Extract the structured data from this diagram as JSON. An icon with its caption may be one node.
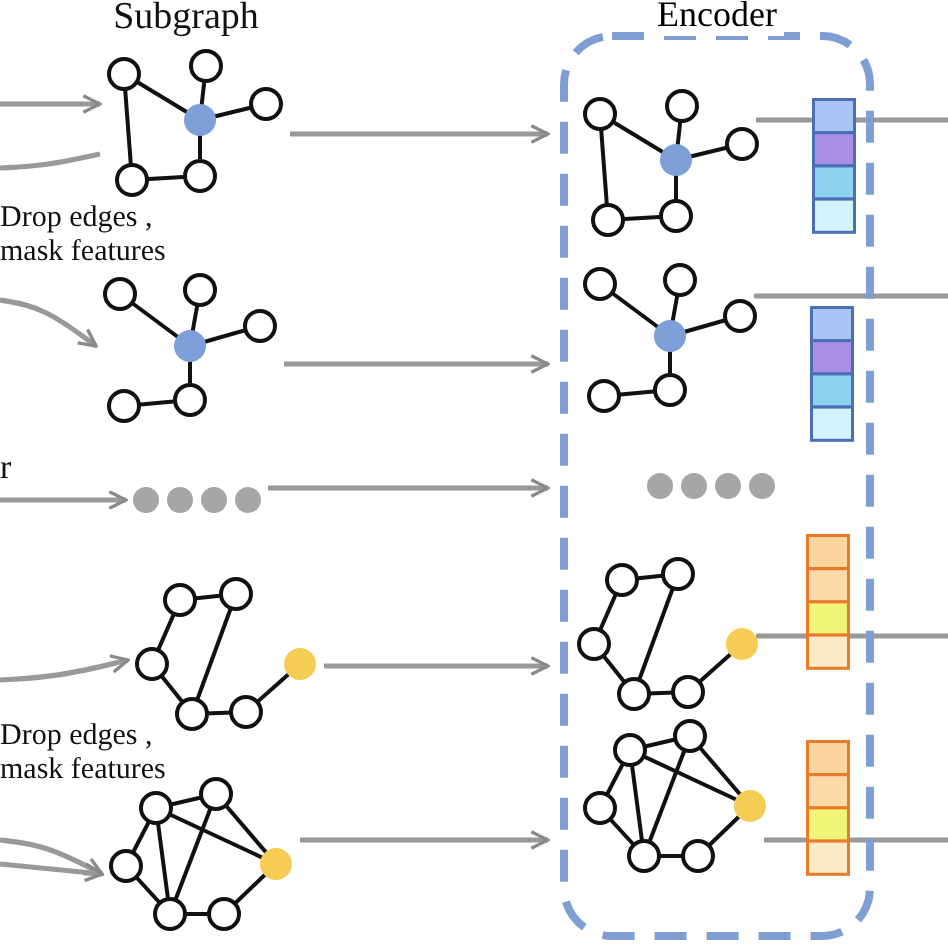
{
  "diagram": {
    "nodes": [
      {
        "text": [],
        "shape": "picture"
      },
      {
        "text": [],
        "shape": "picture"
      },
      {
        "text": [],
        "shape": "dots"
      },
      {
        "text": [],
        "shape": "picture"
      },
      {
        "text": [],
        "shape": "picture"
      },
      {
        "text": [
          "Encoder"
        ]
      },
      {
        "text": [],
        "shape": "picture",
        "in": 5
      },
      {
        "text": [],
        "shape": "picture",
        "in": 5
      },
      {
        "text": [],
        "shape": "dots",
        "in": 5
      },
      {
        "text": [],
        "shape": "picture",
        "in": 5
      },
      {
        "text": [],
        "shape": "picture",
        "in": 5
      },
      {
        "text": [],
        "shape": "bar",
        "in": 5
      },
      {
        "text": [],
        "shape": "bar",
        "in": 5
      },
      {
        "text": [],
        "shape": "bar",
        "in": 5
      },
      {
        "text": [],
        "shape": "bar",
        "in": 5
      }
    ],
    "edges": [
      {
        "from": null,
        "to": 0,
        "arrow": "to"
      },
      {
        "from": null,
        "to": 0,
        "arrow": "none"
      },
      {
        "from": null,
        "to": 1,
        "arrow": "to"
      },
      {
        "from": null,
        "to": 2,
        "arrow": "to"
      },
      {
        "from": null,
        "to": 3,
        "arrow": "to"
      },
      {
        "from": null,
        "to": 4,
        "arrow": "to"
      },
      {
        "from": null,
        "to": 4,
        "arrow": "to"
      },
      {
        "from": 0,
        "to": 5,
        "arrow": "to"
      },
      {
        "from": 1,
        "to": 5,
        "arrow": "to"
      },
      {
        "from": 2,
        "to": 5,
        "arrow": "to"
      },
      {
        "from": 3,
        "to": 5,
        "arrow": "to"
      },
      {
        "from": 4,
        "to": 5,
        "arrow": "to"
      },
      {
        "from": 6,
        "to": null,
        "arrow": "none"
      },
      {
        "from": 7,
        "to": null,
        "arrow": "none"
      },
      {
        "from": 9,
        "to": null,
        "arrow": "none"
      },
      {
        "from": 10,
        "to": null,
        "arrow": "none"
      }
    ],
    "labels": [
      "Subgraph",
      "Drop edges , mask features",
      "r",
      "Drop edges , mask features"
    ]
  }
}
